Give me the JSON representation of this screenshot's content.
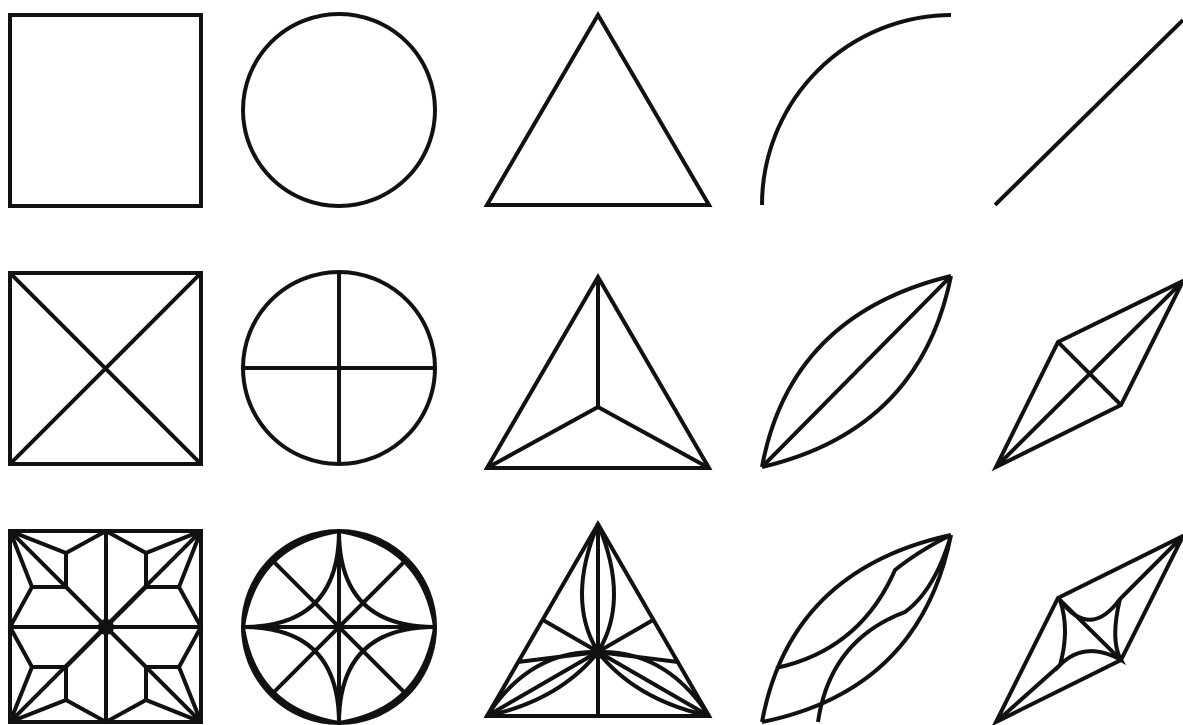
{
  "figure": {
    "rows": [
      {
        "stage": "base",
        "shapes": [
          "square-outline",
          "circle-outline",
          "triangle-outline",
          "arc-curve",
          "straight-line"
        ]
      },
      {
        "stage": "divided",
        "shapes": [
          "square-x-diagonals",
          "circle-cross",
          "triangle-center-spokes",
          "lens-with-chord",
          "rhombus-with-diagonals"
        ]
      },
      {
        "stage": "patterned",
        "shapes": [
          "square-asanoha-star",
          "circle-seigaiha-petals",
          "triangle-asanoha-petals",
          "lens-nested-arcs",
          "rhombus-concave-star"
        ]
      }
    ],
    "columns": [
      "square",
      "circle",
      "triangle",
      "arc",
      "line"
    ],
    "colors": {
      "ink": "#111111",
      "background": "#ffffff"
    }
  }
}
